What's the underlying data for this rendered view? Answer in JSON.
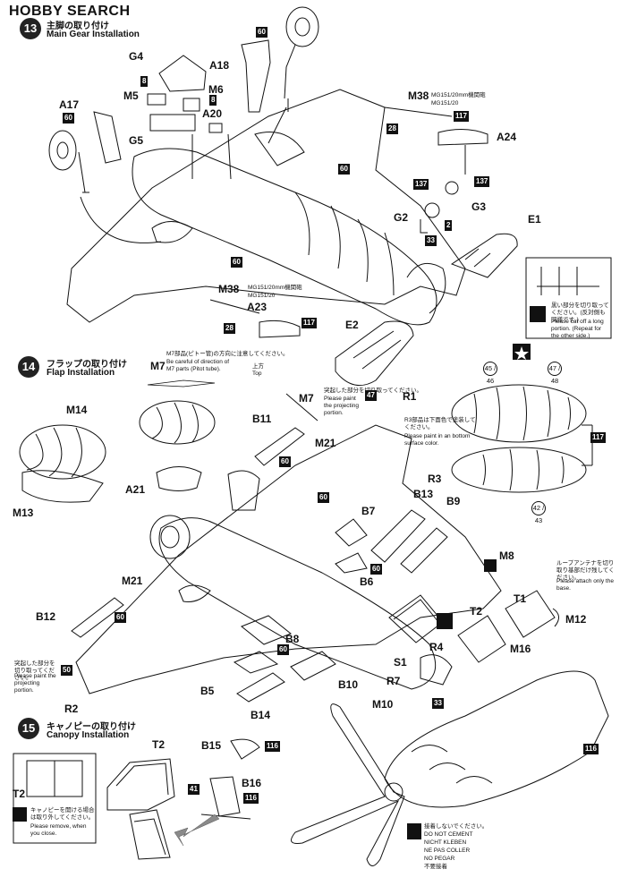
{
  "brand": {
    "logo_text": "HOBBY SEARCH"
  },
  "steps": [
    {
      "number": "13",
      "title_jp": "主脚の取り付け",
      "title_en": "Main Gear Installation"
    },
    {
      "number": "14",
      "title_jp": "フラップの取り付け",
      "title_en": "Flap Installation"
    },
    {
      "number": "15",
      "title_jp": "キャノピーの取り付け",
      "title_en": "Canopy Installation"
    }
  ],
  "step13": {
    "parts": [
      "G4",
      "A18",
      "M5",
      "M6",
      "A20",
      "A17",
      "G5",
      "M38",
      "A24",
      "G2",
      "G3",
      "E1",
      "E2",
      "A23",
      "M38"
    ],
    "mg_label_jp": "MG151/20mm機関砲",
    "mg_label_en": "MG151/20",
    "note_jp": "黒い部分を切り取ってください。(反対側も同様です。)",
    "note_en": "Please cut off a long portion. (Repeat for the other side.)",
    "colors": [
      "60",
      "8",
      "8",
      "60",
      "117",
      "137",
      "137",
      "60",
      "2",
      "33",
      "28",
      "60",
      "117",
      "28"
    ]
  },
  "step14": {
    "m7_note_jp": "M7部品(ピトー管)の方向に注意してください。",
    "m7_note_en": "Be careful of direction of M7 parts (Pitot tube).",
    "up_jp": "上方",
    "up_en": "Top",
    "parts": [
      "M7",
      "R1",
      "M14",
      "B11",
      "M21",
      "R3",
      "A21",
      "M13",
      "B13",
      "B9",
      "B7",
      "B6",
      "M21",
      "B12",
      "B8",
      "B5",
      "B10",
      "B14",
      "R2",
      "M8",
      "T1",
      "T2",
      "M12",
      "R4",
      "S1",
      "M16",
      "R7",
      "M10"
    ],
    "cut_note_jp": "突起した部分を切り取ってください。",
    "cut_note_en": "Please paint the projecting portion.",
    "r3_note_jp": "R3部品は下面色で塗装してください。",
    "r3_note_en": "Please paint in an bottom surface color.",
    "antenna_note_jp": "ループアンテナを切り取り基部だけ残してください。",
    "antenna_note_en": "Please attach only the base.",
    "colors": [
      "60",
      "47",
      "60",
      "60",
      "60",
      "50",
      "60",
      "33",
      "116",
      "117"
    ],
    "decals_top": [
      "45 / 46",
      "47 / 48"
    ],
    "decals_bottom": [
      "42 / 43"
    ],
    "decal_color": "117"
  },
  "step15": {
    "parts": [
      "T2",
      "B15",
      "B16",
      "T2"
    ],
    "colors": [
      "116",
      "41",
      "116"
    ],
    "remove_note_jp": "キャノピーを開ける場合は取り外してください。",
    "remove_note_en": "Please remove, when you close.",
    "warning": [
      "接着しないでください。",
      "DO NOT CEMENT",
      "NICHT KLEBEN",
      "NE PAS COLLER",
      "NO PEGAR",
      "不要接着"
    ]
  },
  "colors_hex": {
    "ink": "#111111",
    "tag_bg": "#111111",
    "paper": "#ffffff",
    "arrow_gray": "#8a8a8a"
  }
}
